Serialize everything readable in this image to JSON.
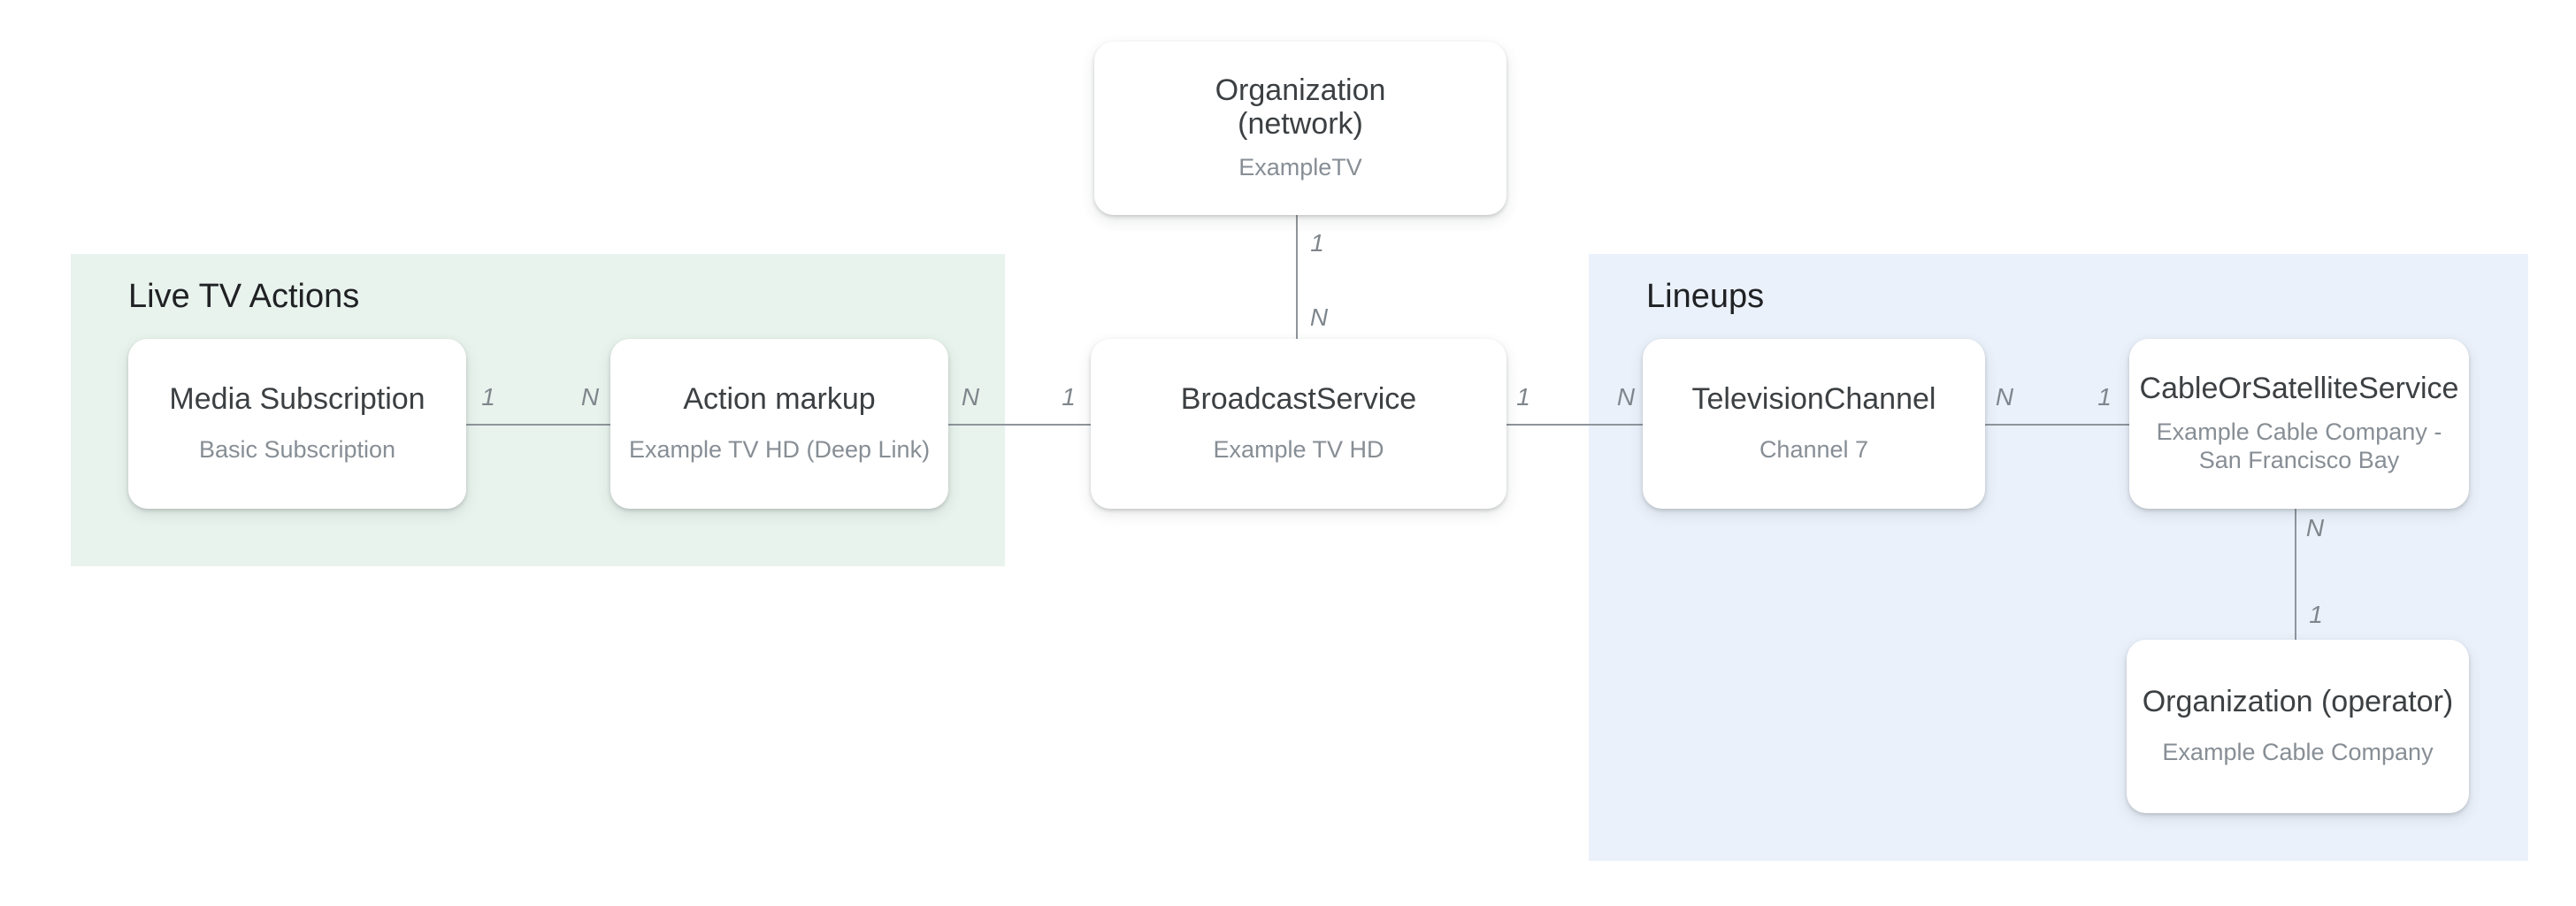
{
  "diagram": {
    "colors": {
      "background": "#FFFFFF",
      "live_tv_region_fill": "#E8F3ED",
      "lineups_region_fill": "#EAF1FB",
      "card_fill": "#FFFFFF",
      "card_title_text": "#3C4043",
      "card_subtitle_text": "#878E95",
      "region_label_text": "#202124",
      "connector_line": "#8F959B",
      "multiplicity_text": "#7F868C"
    },
    "regions": [
      {
        "id": "live-tv-actions",
        "label": "Live TV Actions"
      },
      {
        "id": "lineups",
        "label": "Lineups"
      }
    ],
    "nodes": [
      {
        "id": "media-subscription",
        "title": "Media Subscription",
        "subtitle": "Basic Subscription",
        "region": "Live TV Actions"
      },
      {
        "id": "action-markup",
        "title": "Action markup",
        "subtitle": "Example TV HD (Deep Link)",
        "region": "Live TV Actions"
      },
      {
        "id": "broadcast-service",
        "title": "BroadcastService",
        "subtitle": "Example TV HD",
        "region": ""
      },
      {
        "id": "organization-network",
        "title": "Organization\n(network)",
        "subtitle": "ExampleTV",
        "region": ""
      },
      {
        "id": "television-channel",
        "title": "TelevisionChannel",
        "subtitle": "Channel 7",
        "region": "Lineups"
      },
      {
        "id": "cable-or-satellite-service",
        "title": "CableOrSatelliteService",
        "subtitle": "Example Cable Company -\nSan Francisco Bay",
        "region": "Lineups"
      },
      {
        "id": "organization-operator",
        "title": "Organization (operator)",
        "subtitle": "Example Cable Company",
        "region": "Lineups"
      }
    ],
    "connectors": [
      {
        "from": "organization-network",
        "to": "broadcast-service",
        "orientation": "vertical",
        "labels": [
          "1",
          "N"
        ]
      },
      {
        "from": "media-subscription",
        "to": "action-markup",
        "orientation": "horizontal",
        "labels": [
          "1",
          "N"
        ]
      },
      {
        "from": "action-markup",
        "to": "broadcast-service",
        "orientation": "horizontal",
        "labels": [
          "N",
          "1"
        ]
      },
      {
        "from": "broadcast-service",
        "to": "television-channel",
        "orientation": "horizontal",
        "labels": [
          "1",
          "N"
        ]
      },
      {
        "from": "television-channel",
        "to": "cable-or-satellite-service",
        "orientation": "horizontal",
        "labels": [
          "N",
          "1"
        ]
      },
      {
        "from": "cable-or-satellite-service",
        "to": "organization-operator",
        "orientation": "vertical",
        "labels": [
          "N",
          "1"
        ]
      }
    ]
  }
}
